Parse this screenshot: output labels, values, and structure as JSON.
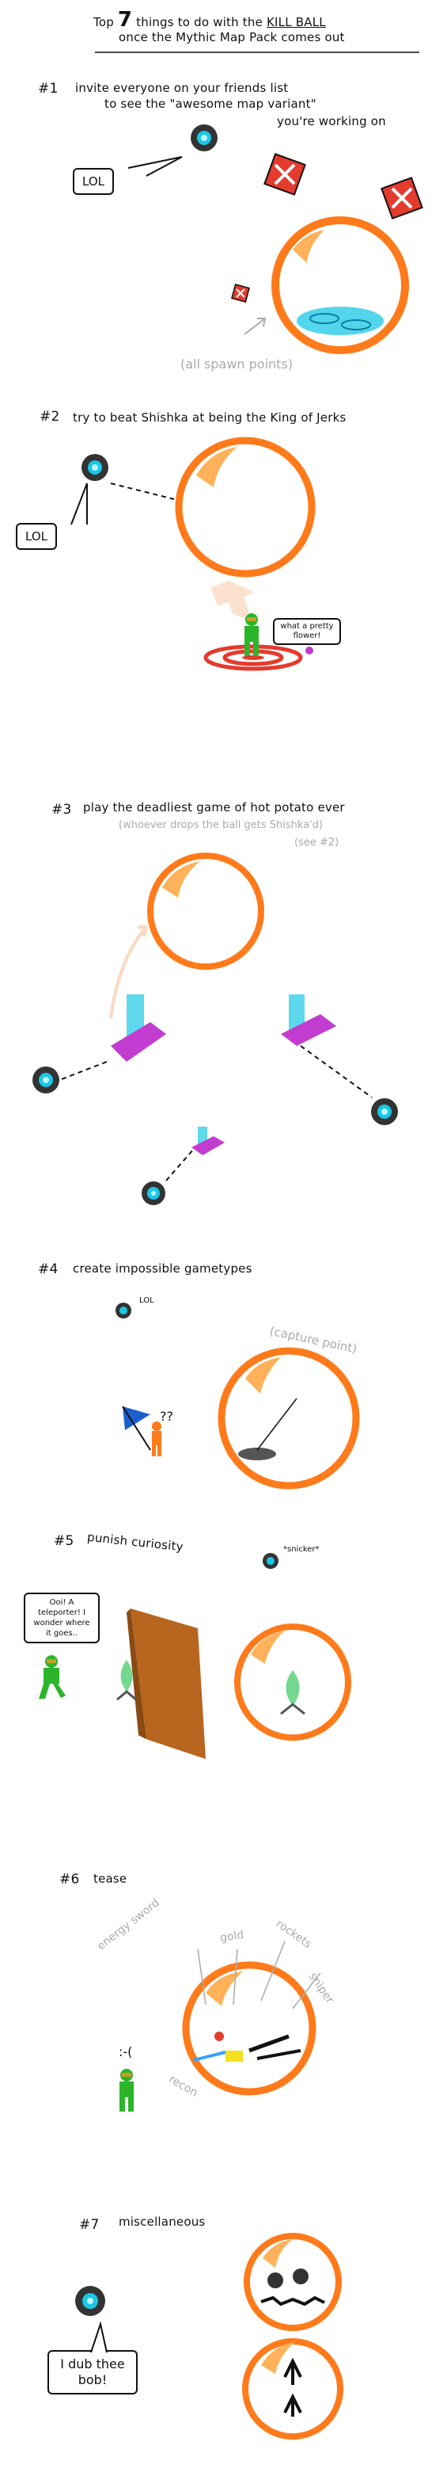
{
  "title": {
    "lead": "Top",
    "num": "7",
    "line1_rest": "things to do with the",
    "kill_ball": "KILL BALL",
    "line2": "once the Mythic Map Pack comes out"
  },
  "items": [
    {
      "num": "#1",
      "text_a": "invite everyone on your friends list",
      "text_b": "to see the \"awesome map variant\"",
      "text_c": "you're working on",
      "bubble": "LOL",
      "note": "(all spawn points)"
    },
    {
      "num": "#2",
      "text": "try to beat Shishka at being the King of Jerks",
      "bubble": "LOL",
      "speech": "what a pretty flower!"
    },
    {
      "num": "#3",
      "text": "play the deadliest game of hot potato ever",
      "sub": "(whoever drops the ball gets Shishka'd)",
      "sub2": "(see #2)"
    },
    {
      "num": "#4",
      "text": "create impossible gametypes",
      "small": "LOL",
      "note": "(capture point)",
      "q": "??"
    },
    {
      "num": "#5",
      "text": "punish curiosity",
      "snicker": "*snicker*",
      "speech": "Ooi! A teleporter! I wonder where it goes.."
    },
    {
      "num": "#6",
      "text": "tease",
      "face": ":-(",
      "labels": [
        "energy sword",
        "gold",
        "rockets",
        "sniper",
        "recon"
      ]
    },
    {
      "num": "#7",
      "text": "miscellaneous",
      "bubble": "I dub thee bob!"
    }
  ],
  "colors": {
    "orange": "#ff7a1a",
    "cyan": "#19c8e6",
    "red": "#e33b2e",
    "green": "#2bb52b",
    "magenta": "#c23ccf"
  }
}
